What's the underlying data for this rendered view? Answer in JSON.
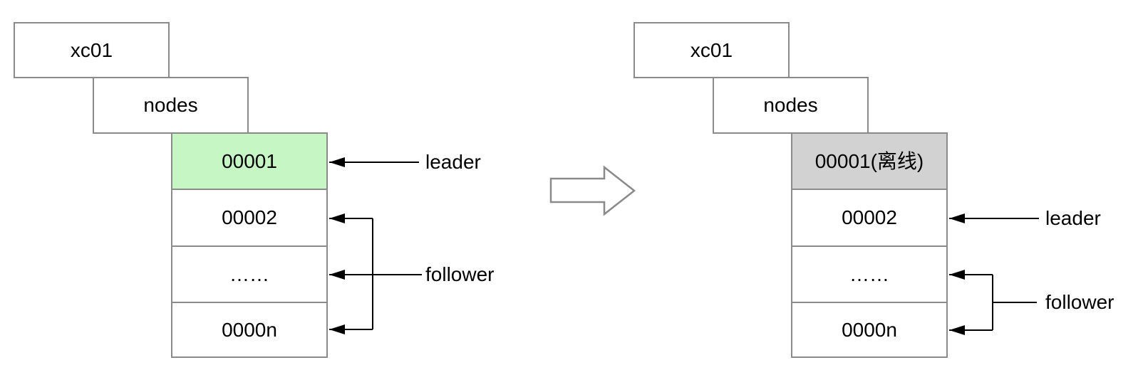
{
  "colors": {
    "canvas_bg": "#ffffff",
    "box_border": "#8a8a8a",
    "box_fill": "#ffffff",
    "leader_fill": "#c5f6c3",
    "offline_fill": "#d2d2d2",
    "connector": "#000000",
    "transition_arrow_outline": "#8a8a8a",
    "text": "#000000"
  },
  "left_panel": {
    "cluster_label": "xc01",
    "group_label": "nodes",
    "nodes": [
      {
        "label": "00001",
        "state": "leader"
      },
      {
        "label": "00002",
        "state": "follower"
      },
      {
        "label": "……",
        "state": "follower"
      },
      {
        "label": "0000n",
        "state": "follower"
      }
    ],
    "leader_annotation": "leader",
    "follower_annotation": "follower"
  },
  "right_panel": {
    "cluster_label": "xc01",
    "group_label": "nodes",
    "nodes": [
      {
        "label": "00001(离线)",
        "state": "offline"
      },
      {
        "label": "00002",
        "state": "leader"
      },
      {
        "label": "……",
        "state": "follower"
      },
      {
        "label": "0000n",
        "state": "follower"
      }
    ],
    "leader_annotation": "leader",
    "follower_annotation": "follower"
  }
}
